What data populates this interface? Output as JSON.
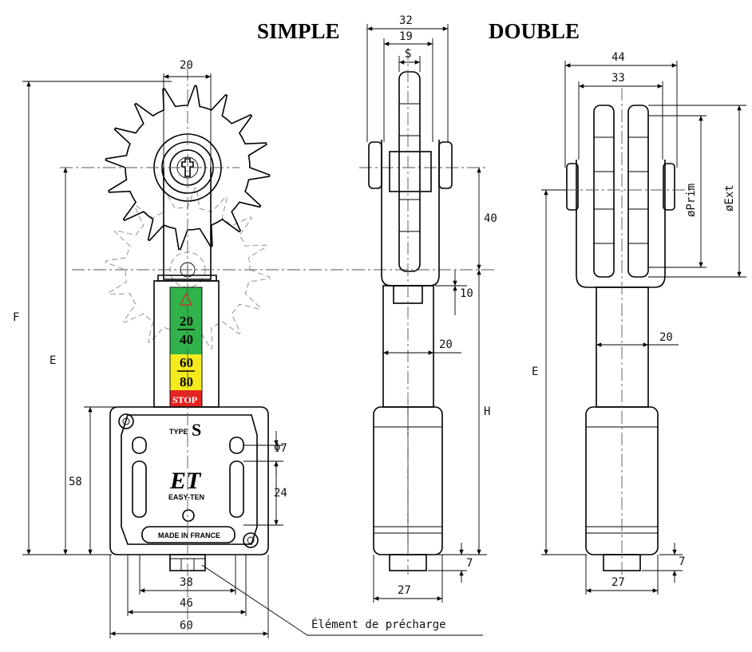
{
  "titles": {
    "simple": "SIMPLE",
    "double": "DOUBLE"
  },
  "front_view": {
    "dims": {
      "top_width": "20",
      "F": "F",
      "E": "E",
      "height_58": "58",
      "hole_dia": "Φ7",
      "hole_spacing": "24",
      "w38": "38",
      "w46": "46",
      "w60": "60"
    },
    "gauge": {
      "g20": "20",
      "g40": "40",
      "g60": "60",
      "g80": "80",
      "stop": "STOP"
    },
    "plate": {
      "type_label": "TYPE",
      "type_letter": "S",
      "brand": "EASY-TEN",
      "made_in": "MADE IN FRANCE"
    },
    "callout": "Élément de précharge"
  },
  "simple_side_view": {
    "dims": {
      "w32": "32",
      "w19": "19",
      "S": "S",
      "h40": "40",
      "h10": "10",
      "w20": "20",
      "H": "H",
      "h7": "7",
      "w27": "27"
    }
  },
  "double_side_view": {
    "dims": {
      "w44": "44",
      "w33": "33",
      "prim": "øPrim",
      "ext": "øExt",
      "w20": "20",
      "E": "E",
      "h7": "7",
      "w27": "27"
    }
  },
  "colors": {
    "green": "#2fb34a",
    "yellow": "#f5ea1e",
    "red": "#e52421",
    "line": "#000000"
  }
}
